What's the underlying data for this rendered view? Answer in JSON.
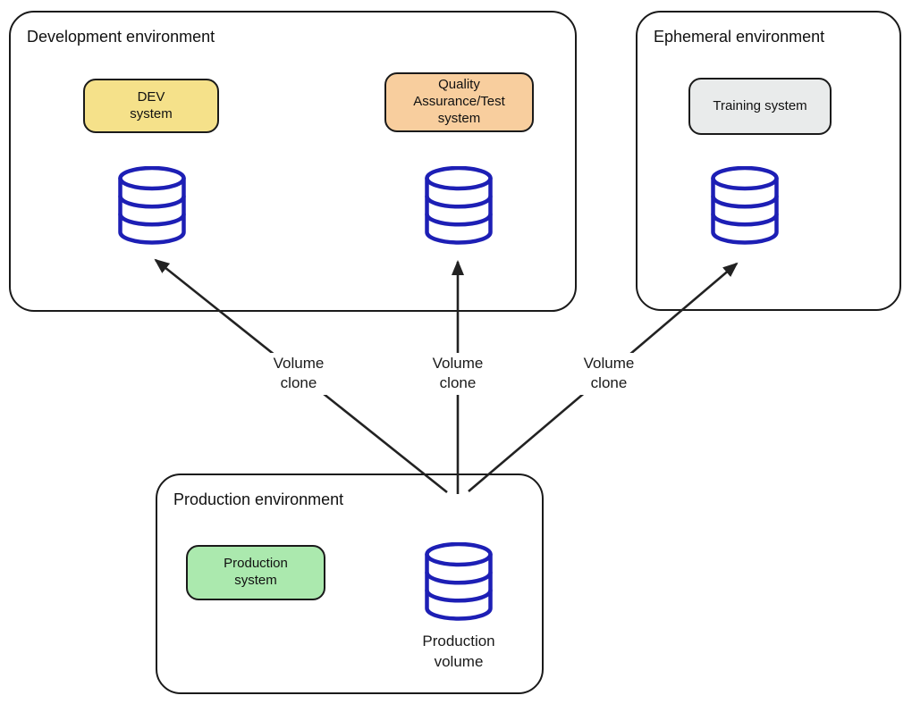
{
  "diagram": {
    "containers": [
      {
        "id": "development",
        "title": "Development environment"
      },
      {
        "id": "ephemeral",
        "title": "Ephemeral environment"
      },
      {
        "id": "production",
        "title": "Production environment"
      }
    ],
    "systems": [
      {
        "id": "dev",
        "label": "DEV\nsystem",
        "fill": "#F5E18A"
      },
      {
        "id": "qa",
        "label": "Quality\nAssurance/Test\nsystem",
        "fill": "#F8CE9E"
      },
      {
        "id": "training",
        "label": "Training system",
        "fill": "#E9EBEB"
      },
      {
        "id": "production",
        "label": "Production\nsystem",
        "fill": "#ABE9AE"
      }
    ],
    "volumes": [
      {
        "id": "dev-volume",
        "icon": "database-cylinder-icon"
      },
      {
        "id": "qa-volume",
        "icon": "database-cylinder-icon"
      },
      {
        "id": "training-volume",
        "icon": "database-cylinder-icon"
      },
      {
        "id": "production-volume",
        "icon": "database-cylinder-icon",
        "caption": "Production\nvolume"
      }
    ],
    "edges": [
      {
        "from": "production-volume",
        "to": "dev-volume",
        "label": "Volume\nclone"
      },
      {
        "from": "production-volume",
        "to": "qa-volume",
        "label": "Volume\nclone"
      },
      {
        "from": "production-volume",
        "to": "training-volume",
        "label": "Volume\nclone"
      }
    ],
    "colors": {
      "volume_stroke": "#1d1fb5",
      "container_stroke": "#1a1a1a",
      "arrow_stroke": "#222222"
    }
  }
}
